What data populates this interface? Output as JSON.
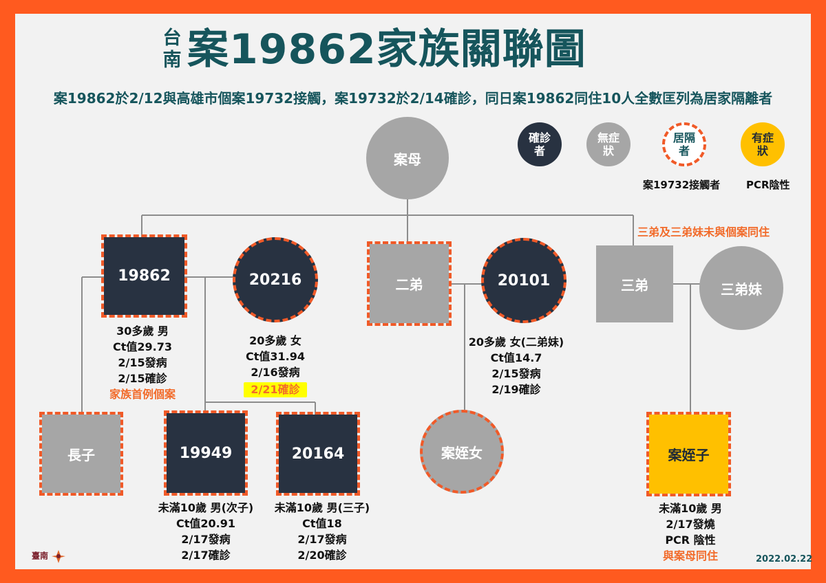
{
  "title": {
    "prefix": "台南",
    "main": "案19862家族關聯圖"
  },
  "subtitle": "案19862於2/12與高雄市個案19732接觸，案19732於2/14確診，同日案19862同住10人全數匡列為居家隔離者",
  "legend": {
    "items": [
      {
        "label": "確診者",
        "color": "#283241"
      },
      {
        "label": "無症狀",
        "color": "#a6a6a6"
      },
      {
        "label": "居隔者",
        "color": "#ffffff"
      },
      {
        "label": "有症狀",
        "color": "#ffc000"
      }
    ],
    "notes": [
      "案19732接觸者",
      "PCR陰性"
    ]
  },
  "nodes": {
    "mother": "案母",
    "case19862": "19862",
    "case20216": "20216",
    "second_brother": "二弟",
    "case20101": "20101",
    "third_brother": "三弟",
    "third_sister_in_law": "三弟妹",
    "eldest_son": "長子",
    "case19949": "19949",
    "case20164": "20164",
    "niece": "案姪女",
    "nephew": "案姪子"
  },
  "notes": {
    "third_brother_note": "三弟及三弟妹未與個案同住"
  },
  "details": {
    "case19862": {
      "lines": [
        "30多歲 男",
        "Ct值29.73",
        "2/15發病",
        "2/15確診"
      ],
      "remark": "家族首例個案"
    },
    "case20216": {
      "lines": [
        "20多歲 女",
        "Ct值31.94",
        "2/16發病"
      ],
      "highlight": "2/21確診"
    },
    "case20101": {
      "lines": [
        "20多歲 女(二弟妹)",
        "Ct值14.7",
        "2/15發病",
        "2/19確診"
      ]
    },
    "case19949": {
      "lines": [
        "未滿10歲 男(次子)",
        "Ct值20.91",
        "2/17發病",
        "2/17確診"
      ]
    },
    "case20164": {
      "lines": [
        "未滿10歲 男(三子)",
        "Ct值18",
        "2/17發病",
        "2/20確診"
      ]
    },
    "nephew": {
      "lines": [
        "未滿10歲 男",
        "2/17發燒",
        "PCR 陰性"
      ],
      "remark": "與案母同住"
    }
  },
  "footer": {
    "date": "2022.02.22",
    "logo": "臺南"
  }
}
